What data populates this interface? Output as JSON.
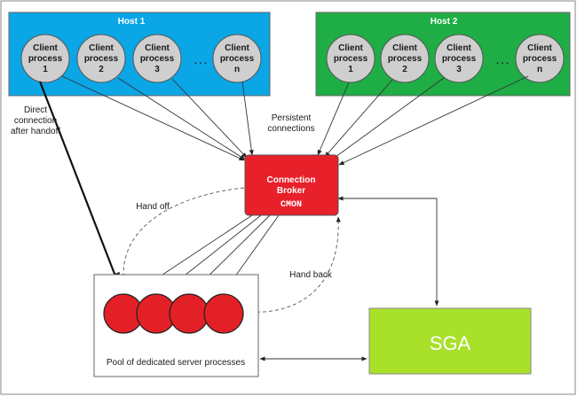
{
  "colors": {
    "host1_fill": "#0aa6e6",
    "host2_fill": "#1fad45",
    "client_fill": "#cfcfcf",
    "broker_fill": "#e8202a",
    "server_fill": "#e32026",
    "sga_fill": "#a8e02a"
  },
  "host1": {
    "title": "Host 1",
    "clients": [
      {
        "line1": "Client",
        "line2": "process",
        "num": "1"
      },
      {
        "line1": "Client",
        "line2": "process",
        "num": "2"
      },
      {
        "line1": "Client",
        "line2": "process",
        "num": "3"
      },
      {
        "line1": "Client",
        "line2": "process",
        "num": "n"
      }
    ],
    "dots": ". . ."
  },
  "host2": {
    "title": "Host 2",
    "clients": [
      {
        "line1": "Client",
        "line2": "process",
        "num": "1"
      },
      {
        "line1": "Client",
        "line2": "process",
        "num": "2"
      },
      {
        "line1": "Client",
        "line2": "process",
        "num": "3"
      },
      {
        "line1": "Client",
        "line2": "process",
        "num": "n"
      }
    ],
    "dots": ". . ."
  },
  "broker": {
    "line1": "Connection",
    "line2": "Broker",
    "line3": "CMON"
  },
  "labels": {
    "direct_line1": "Direct",
    "direct_line2": "connection",
    "direct_line3": "after handoff",
    "persistent_line1": "Persistent",
    "persistent_line2": "connections",
    "hand_off": "Hand off",
    "hand_back": "Hand back",
    "pool": "Pool of dedicated server processes"
  },
  "sga": {
    "label": "SGA"
  }
}
